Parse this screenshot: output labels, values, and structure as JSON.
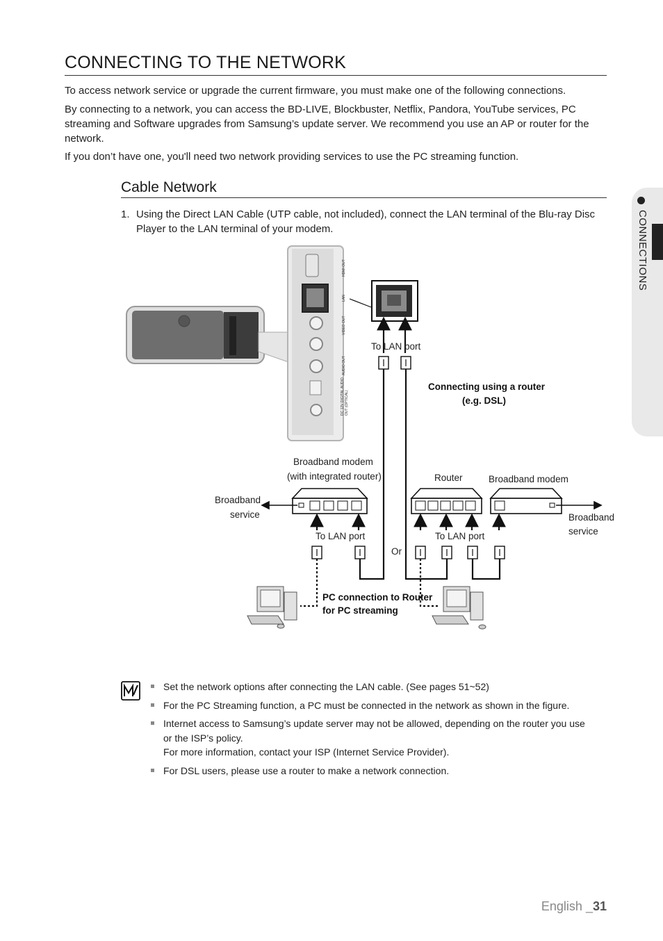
{
  "page": {
    "title": "CONNECTING TO THE NETWORK",
    "intro_1": "To access network service or upgrade the current firmware, you must make one of the following connections.",
    "intro_2": "By connecting to a network, you can access the BD-LIVE, Blockbuster, Netflix, Pandora, YouTube services, PC streaming and Software upgrades from Samsung’s update server. We recommend you use an AP or router for the network.",
    "intro_3": "If you don’t have one, you'll need two network providing services to use the PC streaming function."
  },
  "section": {
    "title": "Cable Network",
    "step_number": "1.",
    "step_text": "Using the Direct LAN Cable (UTP cable, not included), connect the LAN terminal of the Blu-ray Disc Player to the LAN terminal of your modem."
  },
  "diagram": {
    "to_lan_port_top": "To LAN port",
    "router_caption_1": "Connecting using a router",
    "router_caption_2": "(e.g. DSL)",
    "modem_router_label_1": "Broadband modem",
    "modem_router_label_2": "(with integrated router)",
    "router_label": "Router",
    "broadband_modem_label": "Broadband modem",
    "broadband_service_left_1": "Broadband",
    "broadband_service_left_2": "service",
    "broadband_service_right_1": "Broadband",
    "broadband_service_right_2": "service",
    "to_lan_port_left": "To LAN port",
    "to_lan_port_right": "To LAN port",
    "or_label": "Or",
    "pc_connection_1": "PC connection to Router",
    "pc_connection_2": "for PC streaming",
    "panel_hdmi": "HDMI OUT",
    "panel_lan": "LAN",
    "panel_video": "VIDEO OUT",
    "panel_audio": "AUDIO OUT",
    "panel_digital_1": "DC 12V  DIGITAL AUDIO",
    "panel_digital_2": "OUT (OPTICAL)"
  },
  "notes": [
    "Set the network options after connecting the LAN cable. (See pages 51~52)",
    "For the PC Streaming function, a PC must be connected in the network as shown in the figure.",
    "Internet access to Samsung’s update server may not be allowed, depending on the router you use or the ISP’s policy.",
    "For more information, contact your ISP (Internet Service Provider).",
    "For DSL users, please use a router to make a network connection."
  ],
  "side_tab": {
    "label": "CONNECTIONS"
  },
  "footer": {
    "language": "English _",
    "page_number": "31"
  },
  "icons": {
    "note": "note-pencil-icon"
  }
}
